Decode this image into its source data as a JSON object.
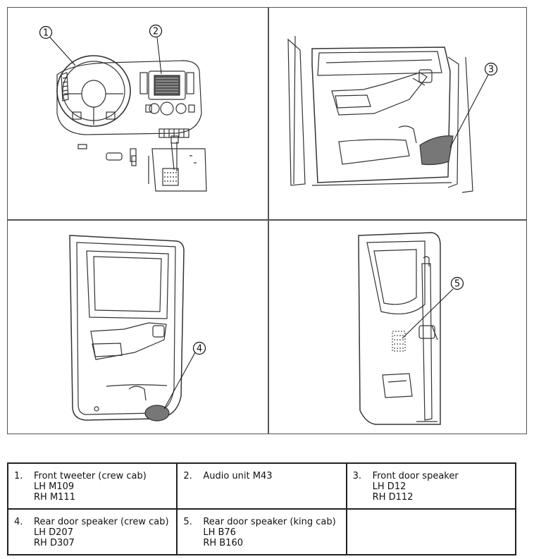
{
  "callouts": [
    "1",
    "2",
    "3",
    "4",
    "5"
  ],
  "legend": [
    {
      "num": "1.",
      "title": "Front tweeter (crew cab)",
      "lh": "LH M109",
      "rh": "RH M111"
    },
    {
      "num": "2.",
      "title": "Audio unit M43",
      "lh": "",
      "rh": ""
    },
    {
      "num": "3.",
      "title": "Front door speaker",
      "lh": "LH D12",
      "rh": "RH D112"
    },
    {
      "num": "4.",
      "title": "Rear door speaker (crew cab)",
      "lh": "LH D207",
      "rh": "RH D307"
    },
    {
      "num": "5.",
      "title": "Rear door speaker (king cab)",
      "lh": "LH B76",
      "rh": "RH B160"
    }
  ]
}
